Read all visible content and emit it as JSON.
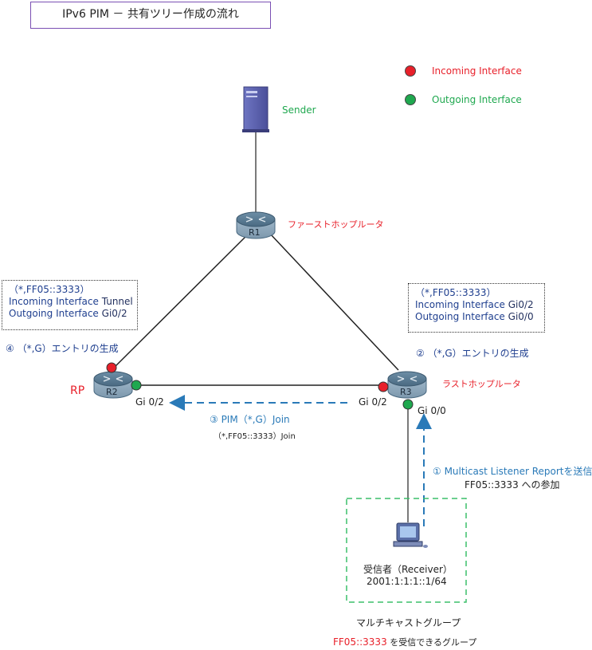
{
  "title": "IPv6 PIM － 共有ツリー作成の流れ",
  "legend": {
    "incoming": "Incoming Interface",
    "outgoing": "Outgoing Interface",
    "incoming_color": "#e8202a",
    "outgoing_color": "#1fa84f"
  },
  "nodes": {
    "sender": "Sender",
    "r1": "R1",
    "r1_role": "ファーストホップルータ",
    "r2": "R2",
    "r2_role": "RP",
    "r3": "R3",
    "r3_role": "ラストホップルータ",
    "receiver_name": "受信者（Receiver）",
    "receiver_addr": "2001:1:1:1::1/64"
  },
  "interfaces": {
    "r2_gi02": "Gi 0/2",
    "r3_gi02": "Gi 0/2",
    "r3_gi00": "Gi 0/0"
  },
  "r2_box": {
    "entry": "（*,FF05::3333）",
    "in_label": "Incoming Interface",
    "in_value": "Tunnel",
    "out_label": "Outgoing Interface",
    "out_value": "Gi0/2"
  },
  "r3_box": {
    "entry": "（*,FF05::3333）",
    "in_label": "Incoming Interface",
    "in_value": "Gi0/2",
    "out_label": "Outgoing Interface",
    "out_value": "Gi0/0"
  },
  "steps": {
    "step4": "④ （*,G）エントリの生成",
    "step2": "② （*,G）エントリの生成",
    "step3": "③ PIM（*,G）Join",
    "step3_sub": "（*,FF05::3333）Join",
    "step1": "① Multicast Listener Reportを送信",
    "step1_sub": "FF05::3333 への参加"
  },
  "group": {
    "title": "マルチキャストグループ",
    "addr": "FF05::3333",
    "desc": " を受信できるグループ"
  }
}
